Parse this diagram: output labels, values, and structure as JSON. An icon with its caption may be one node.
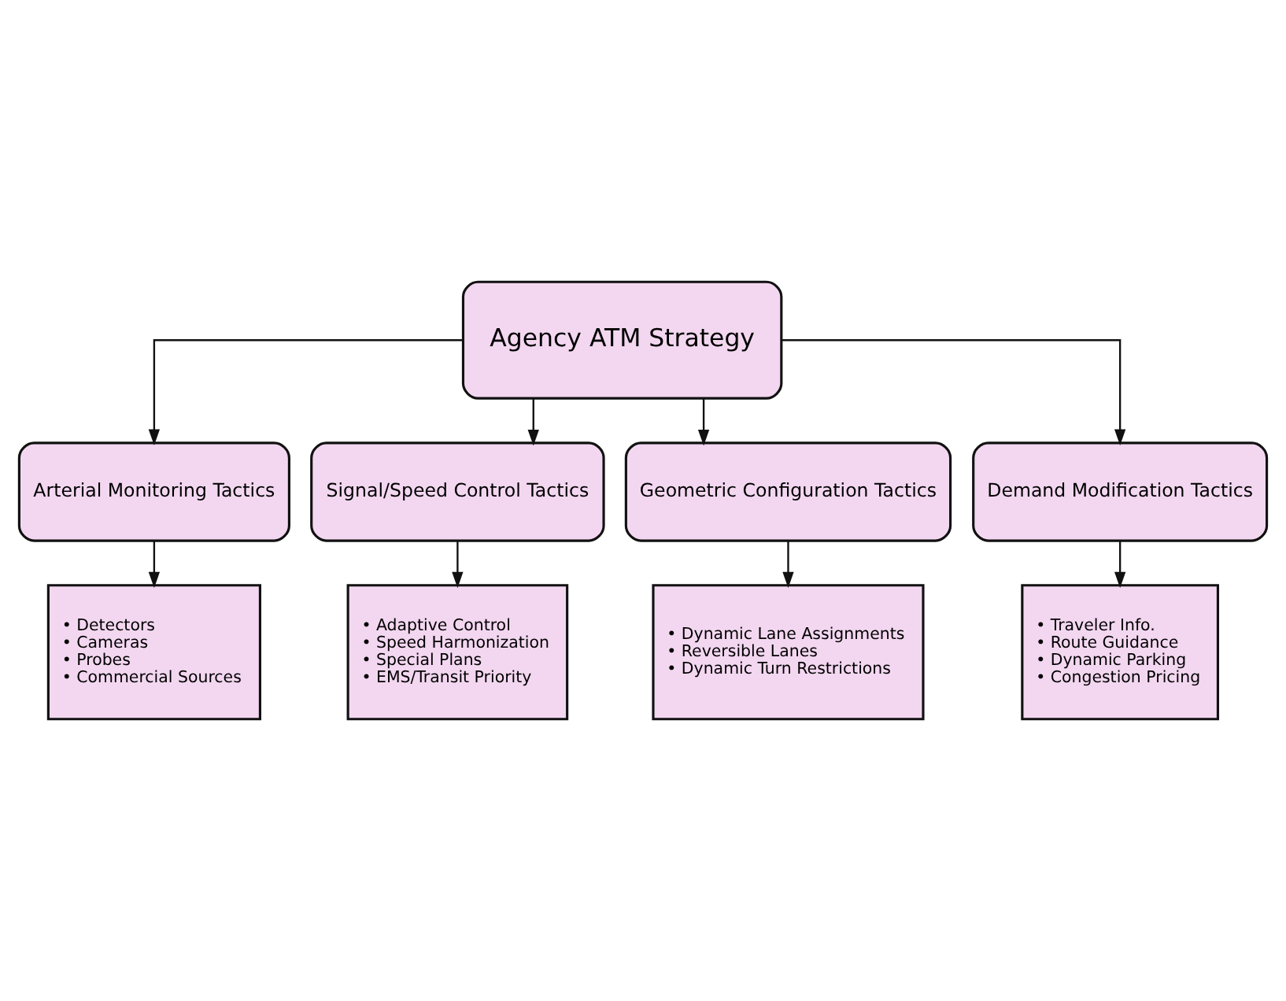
{
  "diagram": {
    "nodes": [
      {
        "text": [
          "Agency ATM Strategy"
        ]
      },
      {
        "text": [
          "Arterial Monitoring Tactics"
        ]
      },
      {
        "text": [
          "Signal/Speed Control Tactics"
        ]
      },
      {
        "text": [
          "Geometric Configuration Tactics"
        ]
      },
      {
        "text": [
          "Demand Modification Tactics"
        ]
      },
      {
        "text": [
          "• Detectors",
          "• Cameras",
          "• Probes",
          "• Commercial Sources"
        ]
      },
      {
        "text": [
          "• Adaptive Control",
          "• Speed Harmonization",
          "• Special Plans",
          "• EMS/Transit Priority"
        ]
      },
      {
        "text": [
          "• Dynamic Lane Assignments",
          "• Reversible Lanes",
          "• Dynamic Turn Restrictions"
        ]
      },
      {
        "text": [
          "• Traveler Info.",
          "• Route Guidance",
          "• Dynamic Parking",
          "• Congestion Pricing"
        ]
      }
    ],
    "edges": [
      {
        "from": 0,
        "to": 1,
        "arrow": "to"
      },
      {
        "from": 0,
        "to": 2,
        "arrow": "to"
      },
      {
        "from": 0,
        "to": 3,
        "arrow": "to"
      },
      {
        "from": 0,
        "to": 4,
        "arrow": "to"
      },
      {
        "from": 1,
        "to": 5,
        "arrow": "to"
      },
      {
        "from": 2,
        "to": 6,
        "arrow": "to"
      },
      {
        "from": 3,
        "to": 7,
        "arrow": "to"
      },
      {
        "from": 4,
        "to": 8,
        "arrow": "to"
      }
    ]
  }
}
